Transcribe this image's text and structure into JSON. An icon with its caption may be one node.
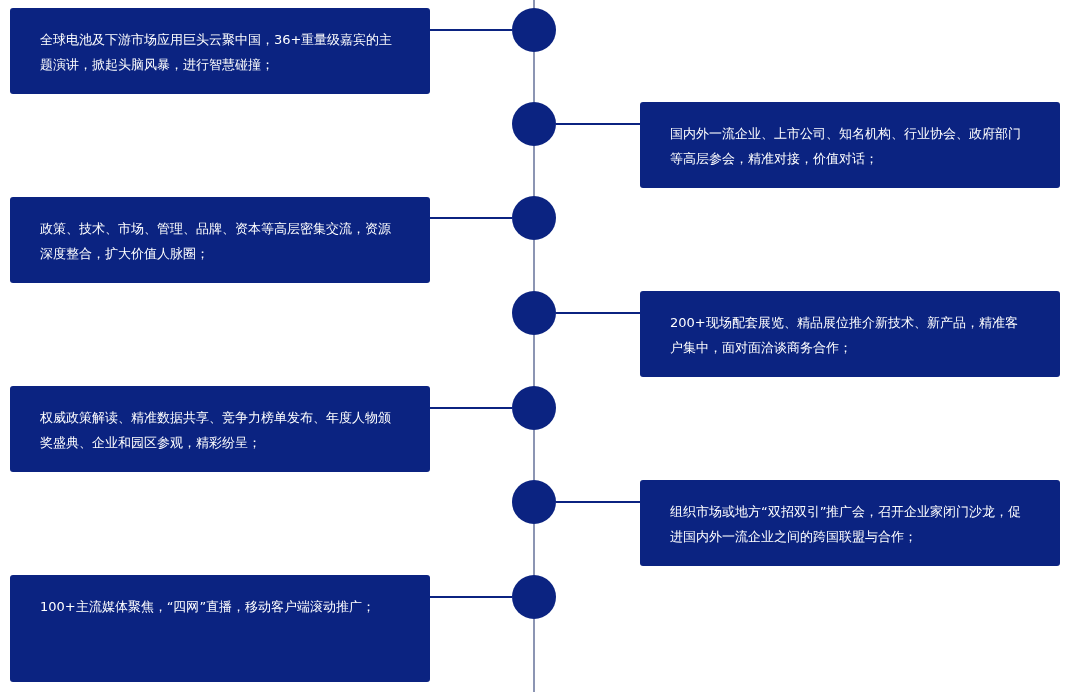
{
  "diagram": {
    "nodes": [
      {
        "text": [
          "全球电池及下游市场应用巨头云聚中国，36+重量级嘉宾的主题演讲，掀起头脑风暴，进行智慧碰撞；"
        ]
      },
      {
        "text": [],
        "shape": "circle"
      },
      {
        "text": [],
        "shape": "circle"
      },
      {
        "text": [
          "国内外一流企业、上市公司、知名机构、行业协会、政府部门等高层参会，精准对接，价值对话；"
        ]
      },
      {
        "text": [
          "政策、技术、市场、管理、品牌、资本等高层密集交流，资源深度整合，扩大价值人脉圈；"
        ]
      },
      {
        "text": [],
        "shape": "circle"
      },
      {
        "text": [],
        "shape": "circle"
      },
      {
        "text": [
          "200+现场配套展览、精品展位推介新技术、新产品，精准客户集中，面对面洽谈商务合作；"
        ]
      },
      {
        "text": [
          "权威政策解读、精准数据共享、竞争力榜单发布、年度人物颁奖盛典、企业和园区参观，精彩纷呈；"
        ]
      },
      {
        "text": [],
        "shape": "circle"
      },
      {
        "text": [],
        "shape": "circle"
      },
      {
        "text": [
          "组织市场或地方“双招双引”推广会，召开企业家闭门沙龙，促进国内外一流企业之间的跨国联盟与合作；"
        ]
      },
      {
        "text": [
          "100+主流媒体聚焦，“四网”直播，移动客户端滚动推广；"
        ]
      },
      {
        "text": [],
        "shape": "circle"
      }
    ],
    "edges": [
      {
        "from": 0,
        "to": 1,
        "arrow": "none"
      },
      {
        "from": 2,
        "to": 3,
        "arrow": "none"
      },
      {
        "from": 4,
        "to": 5,
        "arrow": "none"
      },
      {
        "from": 6,
        "to": 7,
        "arrow": "none"
      },
      {
        "from": 8,
        "to": 9,
        "arrow": "none"
      },
      {
        "from": 10,
        "to": 11,
        "arrow": "none"
      },
      {
        "from": 12,
        "to": 13,
        "arrow": "none"
      },
      {
        "from": 1,
        "to": 2,
        "arrow": "none",
        "color": "#8c95b3"
      },
      {
        "from": 2,
        "to": 5,
        "arrow": "none",
        "color": "#8c95b3"
      },
      {
        "from": 5,
        "to": 6,
        "arrow": "none",
        "color": "#8c95b3"
      },
      {
        "from": 6,
        "to": 9,
        "arrow": "none",
        "color": "#8c95b3"
      },
      {
        "from": 9,
        "to": 10,
        "arrow": "none",
        "color": "#8c95b3"
      },
      {
        "from": 10,
        "to": 13,
        "arrow": "none",
        "color": "#8c95b3"
      }
    ]
  }
}
